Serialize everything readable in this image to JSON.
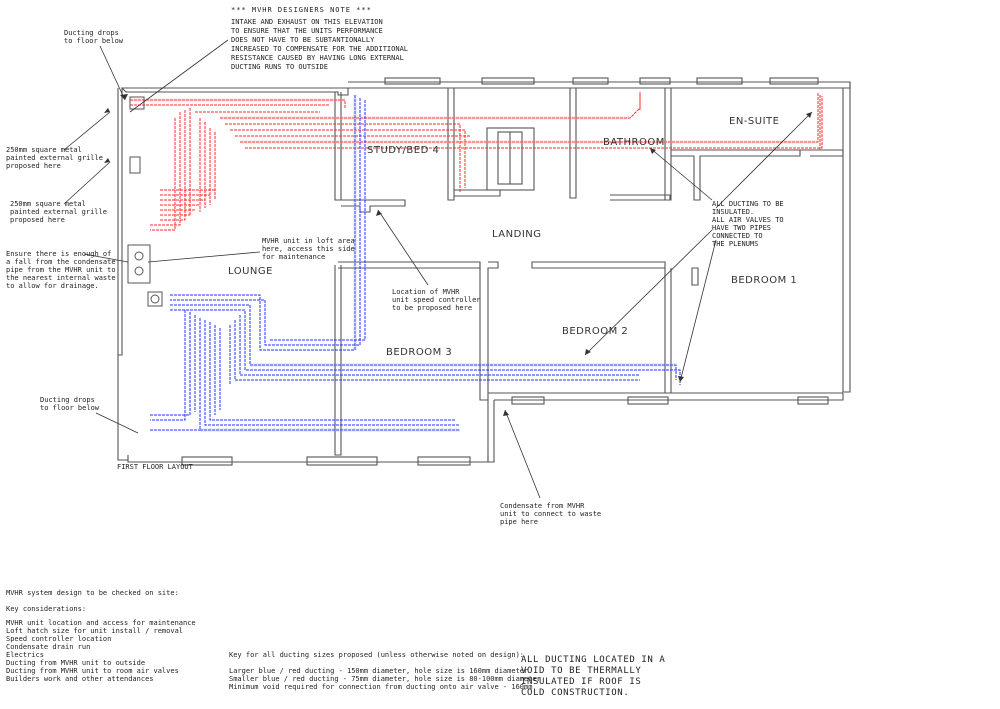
{
  "designer_note": {
    "heading": "*** MVHR DESIGNERS NOTE ***",
    "body": "INTAKE AND EXHAUST ON THIS ELEVATION\nTO ENSURE THAT THE UNITS PERFORMANCE\nDOES NOT HAVE TO BE SUBTANTIONALLY\nINCREASED TO COMPENSATE FOR THE ADDITIONAL\nRESISTANCE CAUSED BY HAVING LONG EXTERNAL\nDUCTING RUNS TO OUTSIDE"
  },
  "rooms": {
    "ensuite": "EN-SUITE",
    "bathroom": "BATHROOM",
    "study": "STUDY/BED 4",
    "landing": "LANDING",
    "lounge": "LOUNGE",
    "bedroom1": "BEDROOM 1",
    "bedroom2": "BEDROOM 2",
    "bedroom3": "BEDROOM 3"
  },
  "annotations": {
    "drops_top": "Ducting drops\nto floor below",
    "grille1": "250mm square metal\npainted external grille\nproposed here",
    "grille2": "250mm square metal\npainted external grille\nproposed here",
    "condensate_fall": "Ensure there is enough of\na fall from the condensate\npipe from the MVHR unit to\nthe nearest internal waste\nto allow for drainage.",
    "mvhr_unit": "MVHR unit in loft area\nhere, access this side\nfor maintenance",
    "speed_controller": "Location of MVHR\nunit speed controller\nto be proposed here",
    "insulated": "ALL DUCTING TO BE\nINSULATED.\nALL AIR VALVES TO\nHAVE TWO PIPES\nCONNECTED TO\nTHE PLENUMS",
    "drops_bottom": "Ducting drops\nto floor below",
    "floor_layout": "FIRST FLOOR LAYOUT",
    "condensate_waste": "Condensate from MVHR\nunit to connect to waste\npipe here"
  },
  "notes": {
    "title": "MVHR system design to be checked on site:",
    "key_heading": "Key considerations:",
    "items": [
      "MVHR unit location and access for maintenance",
      "Loft hatch size for unit install / removal",
      "Speed controller location",
      "Condensate drain run",
      "Electrics",
      "Ducting from MVHR unit to outside",
      "Ducting from MVHR unit to room air valves",
      "Builders work and other attendances"
    ]
  },
  "key": {
    "heading": "Key for all ducting sizes proposed (unless otherwise noted on design):",
    "lines": [
      "Larger blue / red ducting - 150mm diameter, hole size is 160mm diameter",
      "Smaller blue / red ducting - 75mm diameter, hole size is 80-100mm diameter",
      "Minimum void required for connection from ducting onto air valve - 160mm"
    ]
  },
  "thermal_note": "ALL DUCTING LOCATED IN A\nVOID TO BE THERMALLY\nINSULATED IF ROOF IS\nCOLD CONSTRUCTION.",
  "colors": {
    "supply": "#ff2a2a",
    "extract": "#2233ff",
    "walls": "#555555"
  }
}
